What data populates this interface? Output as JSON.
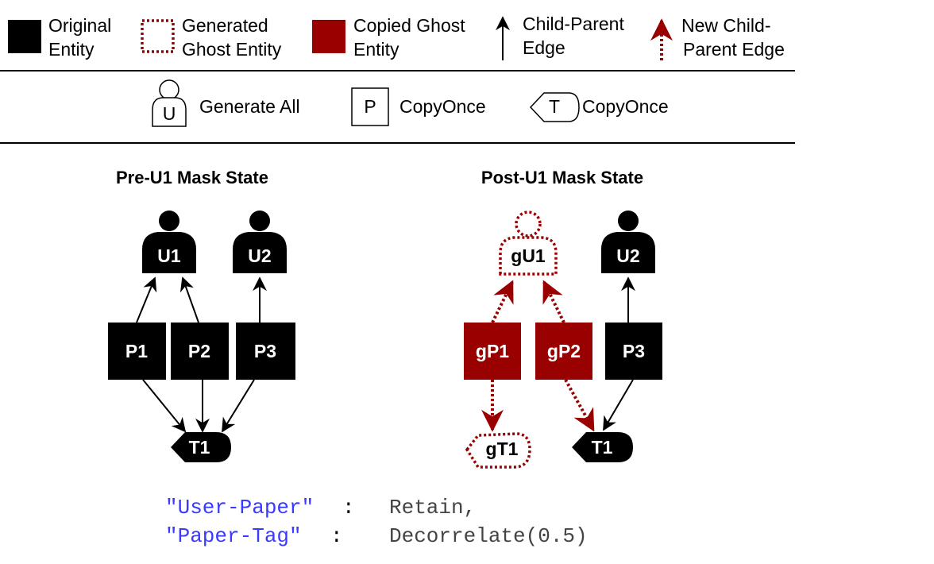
{
  "colors": {
    "original": "#000000",
    "ghost": "#990000",
    "key": "#3a3aff",
    "value": "#444444"
  },
  "legend": {
    "original_1": "Original",
    "original_2": "Entity",
    "generated_1": "Generated",
    "generated_2": "Ghost Entity",
    "copied_1": "Copied Ghost",
    "copied_2": "Entity",
    "edge_1": "Child-Parent",
    "edge_2": "Edge",
    "newedge_1": "New Child-",
    "newedge_2": "Parent Edge",
    "policy_user_glyph": "U",
    "policy_user_label": "Generate All",
    "policy_paper_glyph": "P",
    "policy_paper_label": "CopyOnce",
    "policy_tag_glyph": "T",
    "policy_tag_label": "CopyOnce"
  },
  "pre": {
    "title": "Pre-U1 Mask State",
    "nodes": {
      "u1": "U1",
      "u2": "U2",
      "p1": "P1",
      "p2": "P2",
      "p3": "P3",
      "t1": "T1"
    }
  },
  "post": {
    "title": "Post-U1 Mask State",
    "nodes": {
      "gu1": "gU1",
      "u2": "U2",
      "gp1": "gP1",
      "gp2": "gP2",
      "p3": "P3",
      "gt1": "gT1",
      "t1": "T1"
    }
  },
  "config": [
    {
      "key": "\"User-Paper\"",
      "sep": ":",
      "value": "Retain,"
    },
    {
      "key": "\"Paper-Tag\"",
      "sep": ":",
      "value": "Decorrelate(0.5)"
    }
  ]
}
